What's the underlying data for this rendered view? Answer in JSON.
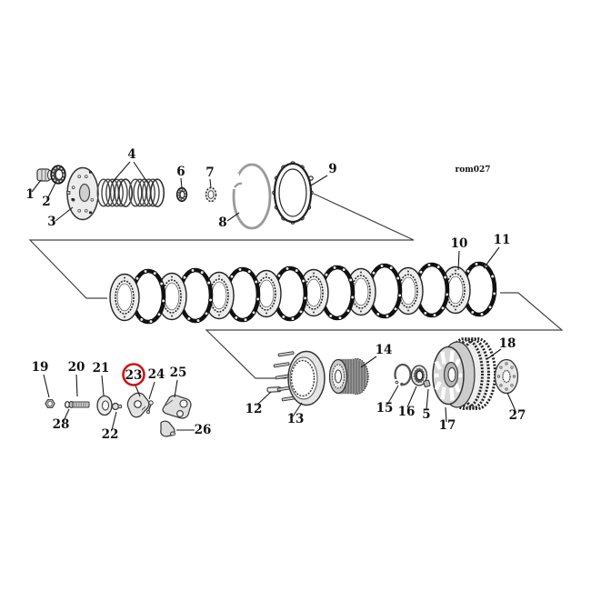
{
  "diagram": {
    "code": "rom027",
    "background": "#ffffff",
    "line_color": "#1a1a1a",
    "highlight_color": "#cc1414",
    "highlighted_callout": "23"
  },
  "callouts": {
    "c1": "1",
    "c2": "2",
    "c3": "3",
    "c4": "4",
    "c5": "5",
    "c6": "6",
    "c7": "7",
    "c8": "8",
    "c9": "9",
    "c10": "10",
    "c11": "11",
    "c12": "12",
    "c13": "13",
    "c14": "14",
    "c15": "15",
    "c16": "16",
    "c17": "17",
    "c18": "18",
    "c19": "19",
    "c20": "20",
    "c21": "21",
    "c22": "22",
    "c23": "23",
    "c24": "24",
    "c25": "25",
    "c26": "26",
    "c27": "27",
    "c28": "28"
  }
}
